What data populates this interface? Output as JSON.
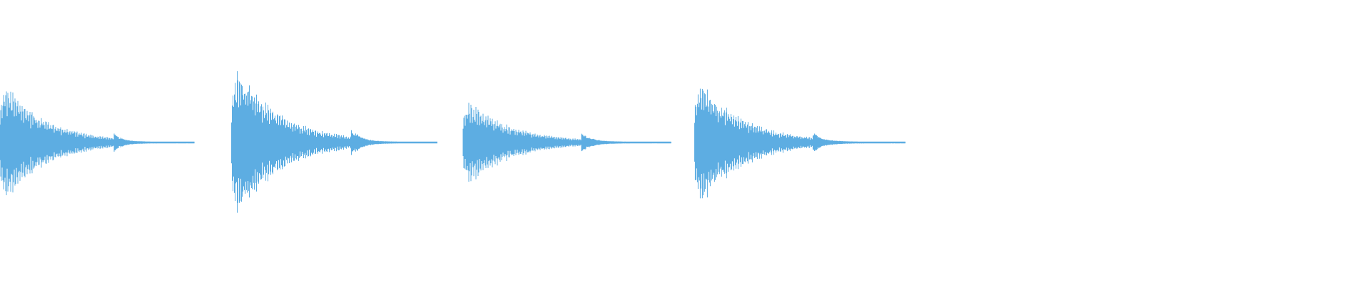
{
  "waveform": {
    "color": "#5dade2",
    "background": "#ffffff",
    "duration_fraction_shown": 0.675,
    "clips": [
      {
        "index": 1,
        "start": 0.0,
        "end": 0.142,
        "peak": 0.42,
        "secondary_hit": 0.083,
        "secondary_peak": 0.06
      },
      {
        "index": 2,
        "start": 0.169,
        "end": 0.319,
        "peak": 0.53,
        "secondary_hit": 0.256,
        "secondary_peak": 0.1
      },
      {
        "index": 3,
        "start": 0.338,
        "end": 0.49,
        "peak": 0.3,
        "secondary_hit": 0.424,
        "secondary_peak": 0.07
      },
      {
        "index": 4,
        "start": 0.507,
        "end": 0.661,
        "peak": 0.45,
        "secondary_hit": 0.593,
        "secondary_peak": 0.07
      }
    ]
  }
}
